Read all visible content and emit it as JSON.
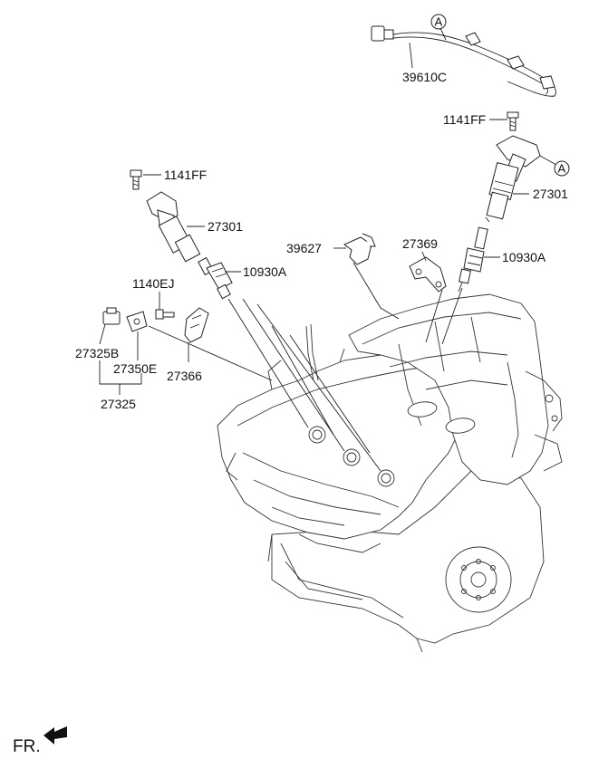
{
  "labels": {
    "harness": "39610C",
    "ref_a_top": "A",
    "bolt_right": "1141FF",
    "ref_a_coil": "A",
    "coil_right": "27301",
    "plug_right": "10930A",
    "bracket_369": "27369",
    "bracket_627": "39627",
    "bolt_left": "1141FF",
    "coil_left": "27301",
    "plug_left": "10930A",
    "bolt_ej": "1140EJ",
    "sensor_b": "27325B",
    "bracket_350e": "27350E",
    "bracket_366": "27366",
    "sensor_asm": "27325",
    "front": "FR."
  }
}
